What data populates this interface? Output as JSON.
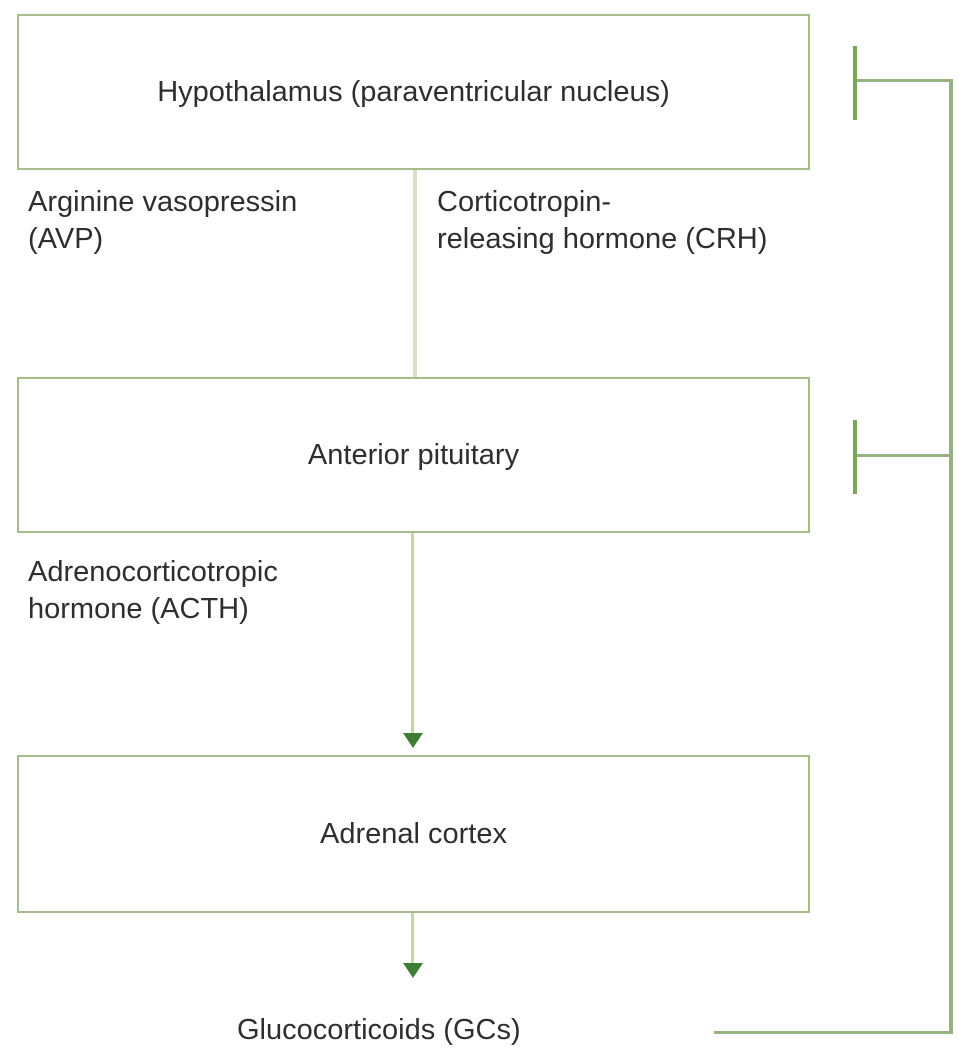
{
  "nodes": {
    "hypothalamus": "Hypothalamus (paraventricular nucleus)",
    "anterior_pituitary": "Anterior pituitary",
    "adrenal_cortex": "Adrenal cortex"
  },
  "labels": {
    "avp_line1": "Arginine vasopressin",
    "avp_line2": "(AVP)",
    "crh_line1": "Corticotropin-",
    "crh_line2": "releasing hormone (CRH)",
    "acth_line1": "Adrenocorticotropic",
    "acth_line2": "hormone (ACTH)",
    "glucocorticoids": "Glucocorticoids (GCs)"
  },
  "colors": {
    "box_border": "#a6bc8a",
    "connector_light": "#d6e2c6",
    "connector_mid": "#c5d6ae",
    "feedback_line": "#97b281",
    "inhibit_cap": "#79a55c",
    "arrowhead": "#3f7d35",
    "text": "#2e2e2e"
  }
}
